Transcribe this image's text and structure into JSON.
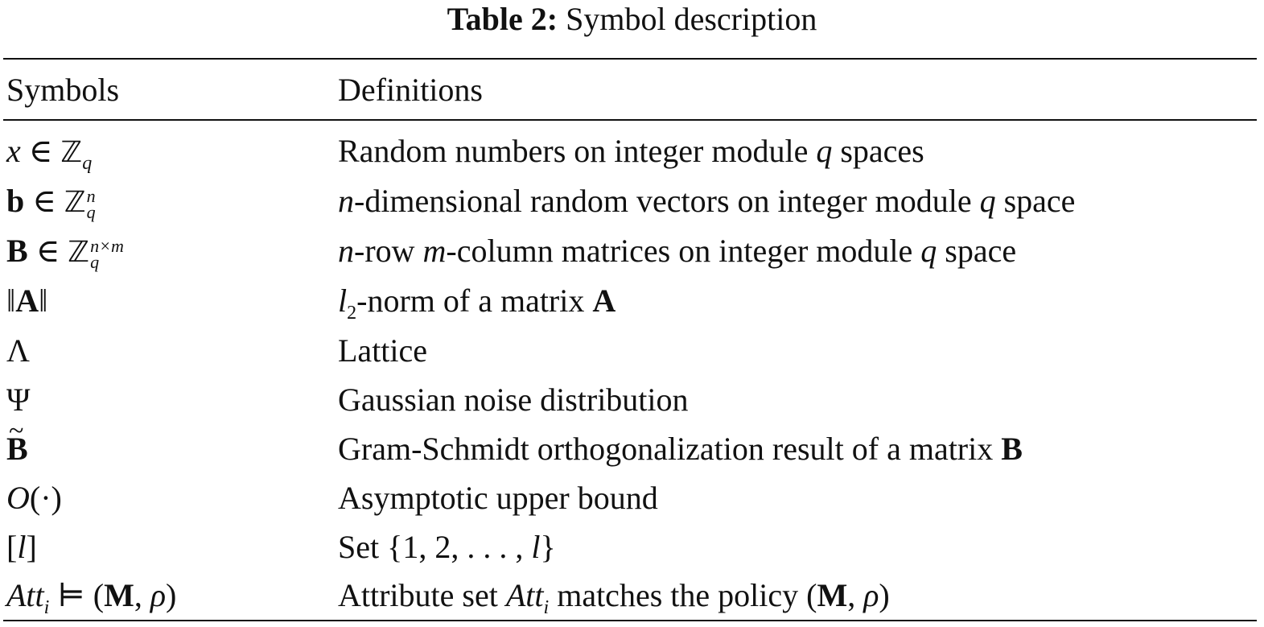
{
  "caption": {
    "label": "Table 2:",
    "text": "Symbol description"
  },
  "table": {
    "headers": {
      "symbols": "Symbols",
      "definitions": "Definitions"
    },
    "rows": [
      {
        "symbol": "x ∈ ℤ_q",
        "definition": "Random numbers on integer module q spaces"
      },
      {
        "symbol": "b ∈ ℤ_q^n",
        "definition": "n-dimensional random vectors on integer module q space"
      },
      {
        "symbol": "B ∈ ℤ_q^(n×m)",
        "definition": "n-row m-column matrices on integer module q space"
      },
      {
        "symbol": "‖A‖",
        "definition": "l_2-norm of a matrix A"
      },
      {
        "symbol": "Λ",
        "definition": "Lattice"
      },
      {
        "symbol": "Ψ",
        "definition": "Gaussian noise distribution"
      },
      {
        "symbol": "B̃",
        "definition": "Gram-Schmidt orthogonalization result of a matrix B"
      },
      {
        "symbol": "O(·)",
        "definition": "Asymptotic upper bound"
      },
      {
        "symbol": "[l]",
        "definition": "Set {1, 2, ..., l}"
      },
      {
        "symbol": "Att_i ⊨ (M, ρ)",
        "definition": "Attribute set Att_i matches the policy (M, ρ)"
      }
    ]
  }
}
